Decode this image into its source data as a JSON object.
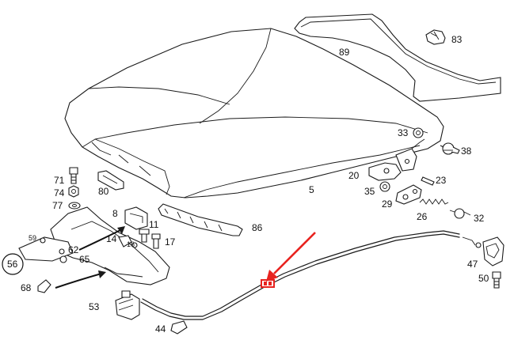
{
  "labels": {
    "p5": "5",
    "p8": "8",
    "p11": "11",
    "p14": "14",
    "p16": "16",
    "p17": "17",
    "p20": "20",
    "p23": "23",
    "p26": "26",
    "p29": "29",
    "p32": "32",
    "p33": "33",
    "p35": "35",
    "p38": "38",
    "p44": "44",
    "p47": "47",
    "p50": "50",
    "p53": "53",
    "p56": "56",
    "p59": "59",
    "p62": "62",
    "p65": "65",
    "p68": "68",
    "p71": "71",
    "p74": "74",
    "p77": "77",
    "p80": "80",
    "p83": "83",
    "p86": "86",
    "p89": "89"
  },
  "colors": {
    "line": "#1a1a1a",
    "highlight": "#e8231f"
  }
}
